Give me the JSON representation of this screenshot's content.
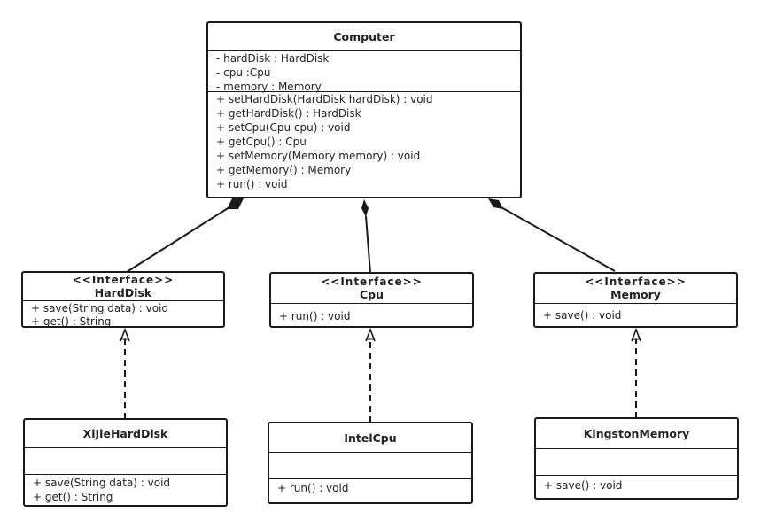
{
  "classes": {
    "computer": {
      "name": "Computer",
      "attributes": [
        "- hardDisk : HardDisk",
        "- cpu :Cpu",
        "- memory : Memory"
      ],
      "operations": [
        "+ setHardDisk(HardDisk hardDisk) : void",
        "+ getHardDisk() : HardDisk",
        "+ setCpu(Cpu cpu) : void",
        "+ getCpu() : Cpu",
        "+ setMemory(Memory memory) : void",
        "+ getMemory() : Memory",
        "+ run() : void"
      ]
    },
    "harddisk": {
      "stereotype": "<<Interface>>",
      "name": "HardDisk",
      "operations": [
        "+ save(String data) : void",
        "+ get() : String"
      ]
    },
    "cpu": {
      "stereotype": "<<Interface>>",
      "name": "Cpu",
      "operations": [
        "+ run() : void"
      ]
    },
    "memory": {
      "stereotype": "<<Interface>>",
      "name": "Memory",
      "operations": [
        "+ save() : void"
      ]
    },
    "xijieharddisk": {
      "name": "XiJieHardDisk",
      "attributes": [],
      "operations": [
        "+ save(String data) : void",
        "+ get() : String"
      ]
    },
    "intelcpu": {
      "name": "IntelCpu",
      "attributes": [],
      "operations": [
        "+ run() : void"
      ]
    },
    "kingstonmemory": {
      "name": "KingstonMemory",
      "attributes": [],
      "operations": [
        "+ save() : void"
      ]
    }
  },
  "relations": [
    {
      "type": "composition",
      "whole": "Computer",
      "part": "HardDisk"
    },
    {
      "type": "composition",
      "whole": "Computer",
      "part": "Cpu"
    },
    {
      "type": "composition",
      "whole": "Computer",
      "part": "Memory"
    },
    {
      "type": "realization",
      "from": "XiJieHardDisk",
      "to": "HardDisk"
    },
    {
      "type": "realization",
      "from": "IntelCpu",
      "to": "Cpu"
    },
    {
      "type": "realization",
      "from": "KingstonMemory",
      "to": "Memory"
    }
  ]
}
